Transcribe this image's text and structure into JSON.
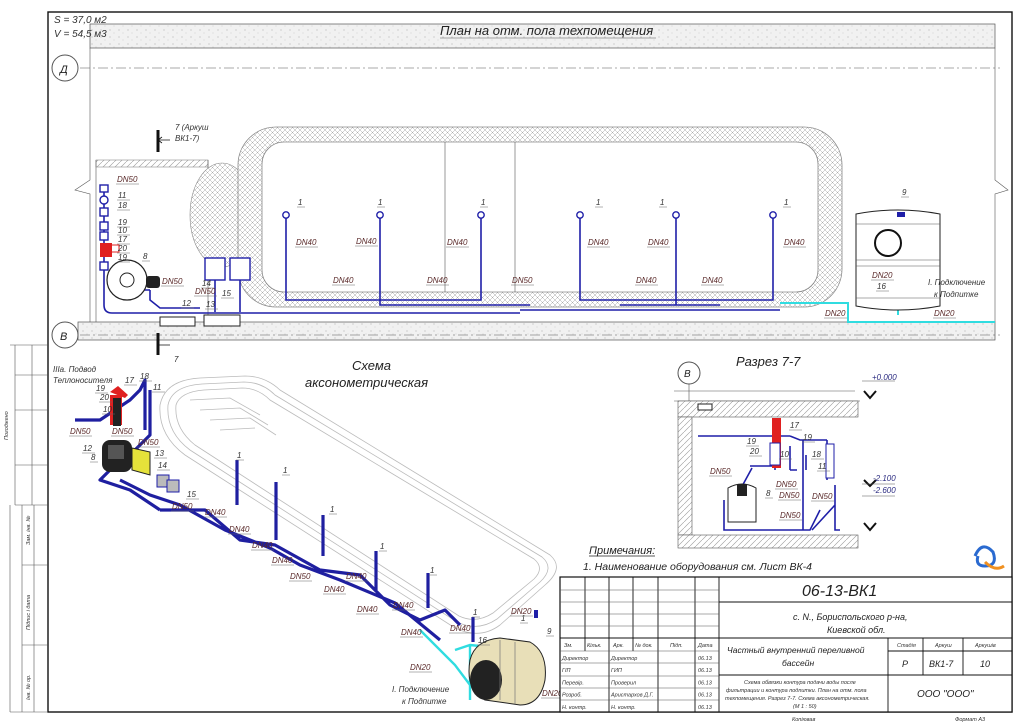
{
  "header": {
    "area": "S = 37,0 м2",
    "volume": "V = 54,5 м3"
  },
  "plan": {
    "title": "План на отм. пола техпомещения",
    "axis_top": "Д",
    "axis_bottom": "В",
    "section_mark_top_1": "7 (Аркуш",
    "section_mark_top_2": "ВК1-7)",
    "section_mark_bottom": "7",
    "connection_1": "I. Подключение",
    "connection_2": "к Подпитке",
    "labels": [
      "DN50",
      "11",
      "18",
      "19",
      "10",
      "17",
      "20",
      "19",
      "8",
      "DN50",
      "14",
      "DN50",
      "15",
      "12",
      "13",
      "1",
      "1",
      "1",
      "1",
      "1",
      "1",
      "DN40",
      "DN40",
      "DN40",
      "DN40",
      "DN40",
      "DN40",
      "DN40",
      "DN40",
      "DN50",
      "DN40",
      "DN40",
      "9",
      "DN20",
      "16",
      "DN20",
      "DN20"
    ]
  },
  "axonometric": {
    "title_1": "Схема",
    "title_2": "аксонометрическая",
    "heat_1": "IIIa. Подвод",
    "heat_2": "Теплоносителя",
    "connection_1": "I. Подключение",
    "connection_2": "к Подпитке",
    "labels": [
      "19",
      "20",
      "17",
      "18",
      "11",
      "10",
      "DN50",
      "DN50",
      "DN50",
      "12",
      "8",
      "13",
      "14",
      "15",
      "DN50",
      "DN40",
      "1",
      "1",
      "1",
      "1",
      "1",
      "1",
      "1",
      "DN40",
      "DN40",
      "DN40",
      "DN50",
      "DN40",
      "DN40",
      "DN40",
      "DN40",
      "DN40",
      "DN40",
      "DN20",
      "DN20",
      "9",
      "16",
      "DN20"
    ]
  },
  "section": {
    "title": "Разрез 7-7",
    "axis": "В",
    "levels": [
      "+0.000",
      "-2.100",
      "-2.600"
    ],
    "labels": [
      "17",
      "19",
      "19",
      "20",
      "10",
      "18",
      "11",
      "DN50",
      "DN50",
      "8",
      "DN50",
      "DN50",
      "DN50"
    ]
  },
  "notes": {
    "heading": "Примечания:",
    "items": [
      "1. Наименование оборудования см. Лист ВК-4"
    ]
  },
  "title_block": {
    "code": "06-13-ВК1",
    "address_1": "с. N., Бориспольского р-на,",
    "address_2": "Киевской обл.",
    "columns": [
      "Зм.",
      "Кільк.",
      "Арк.",
      "№ док.",
      "Підп.",
      "Дата"
    ],
    "people": [
      {
        "role": "Директор",
        "name": "Директор",
        "date": "06.13"
      },
      {
        "role": "ГІП",
        "name": "ГИП",
        "date": "06.13"
      },
      {
        "role": "Перевір.",
        "name": "Проверил",
        "date": "06.13"
      },
      {
        "role": "Розроб.",
        "name": "Аристархов Д.Г.",
        "date": "06.13"
      },
      {
        "role": "Н. контр.",
        "name": "Н. контр.",
        "date": "06.13"
      }
    ],
    "project_1": "Частный внутренний переливной",
    "project_2": "бассейн",
    "stage_label": "Стадія",
    "sheet_label": "Аркуш",
    "sheets_label": "Аркушів",
    "stage": "Р",
    "sheet": "ВК1-7",
    "sheets": "10",
    "description_1": "Схема обвязки контура подачи воды после",
    "description_2": "фильтрации и контура подпитки. План на отм. пола",
    "description_3": "техпомещения. Разрез 7-7. Схема аксонометрическая.",
    "description_4": "(М 1 : 50)",
    "company": "ООО \"ООО\"",
    "copied": "Копіював",
    "format": "Формат А3"
  },
  "side_stamp": {
    "agreed": "Погоджено",
    "replace_inv": "Зам. інв. №",
    "sign_date": "Підпис і дата",
    "inv_orig": "Інв. № ор."
  },
  "colors": {
    "pipe": "#1f1fa8",
    "makeup": "#30dce0",
    "heat": "#e02020",
    "tank": "#e8dfb8"
  }
}
